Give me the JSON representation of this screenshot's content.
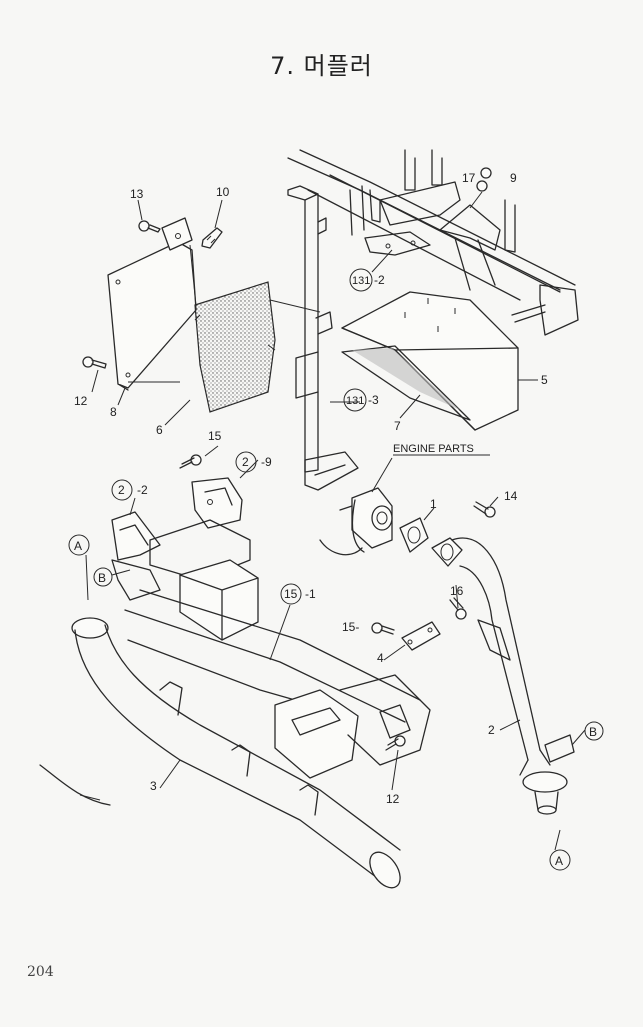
{
  "page": {
    "title": "7. 머플러",
    "page_number": "204"
  },
  "labels": {
    "p13": "13",
    "p10": "10",
    "p12a": "12",
    "p8": "8",
    "p6": "6",
    "p7": "7",
    "p5": "5",
    "p131_2": "131",
    "p131_2_suffix": "-2",
    "p131_3": "131",
    "p131_3_suffix": "-3",
    "p17": "17",
    "p9": "9",
    "engine_parts": "ENGINE PARTS",
    "p1": "1",
    "p14": "14",
    "p15a": "15",
    "p2_2": "2",
    "p2_2_suffix": "-2",
    "p2_9": "2",
    "p2_9_suffix": "-9",
    "callout_a1": "A",
    "callout_b1": "B",
    "p15_1": "15",
    "p15_1_suffix": "-1",
    "p16": "16",
    "p15b": "15-",
    "p4": "4",
    "p2": "2",
    "callout_b2": "B",
    "p3": "3",
    "p12b": "12",
    "callout_a2": "A"
  }
}
